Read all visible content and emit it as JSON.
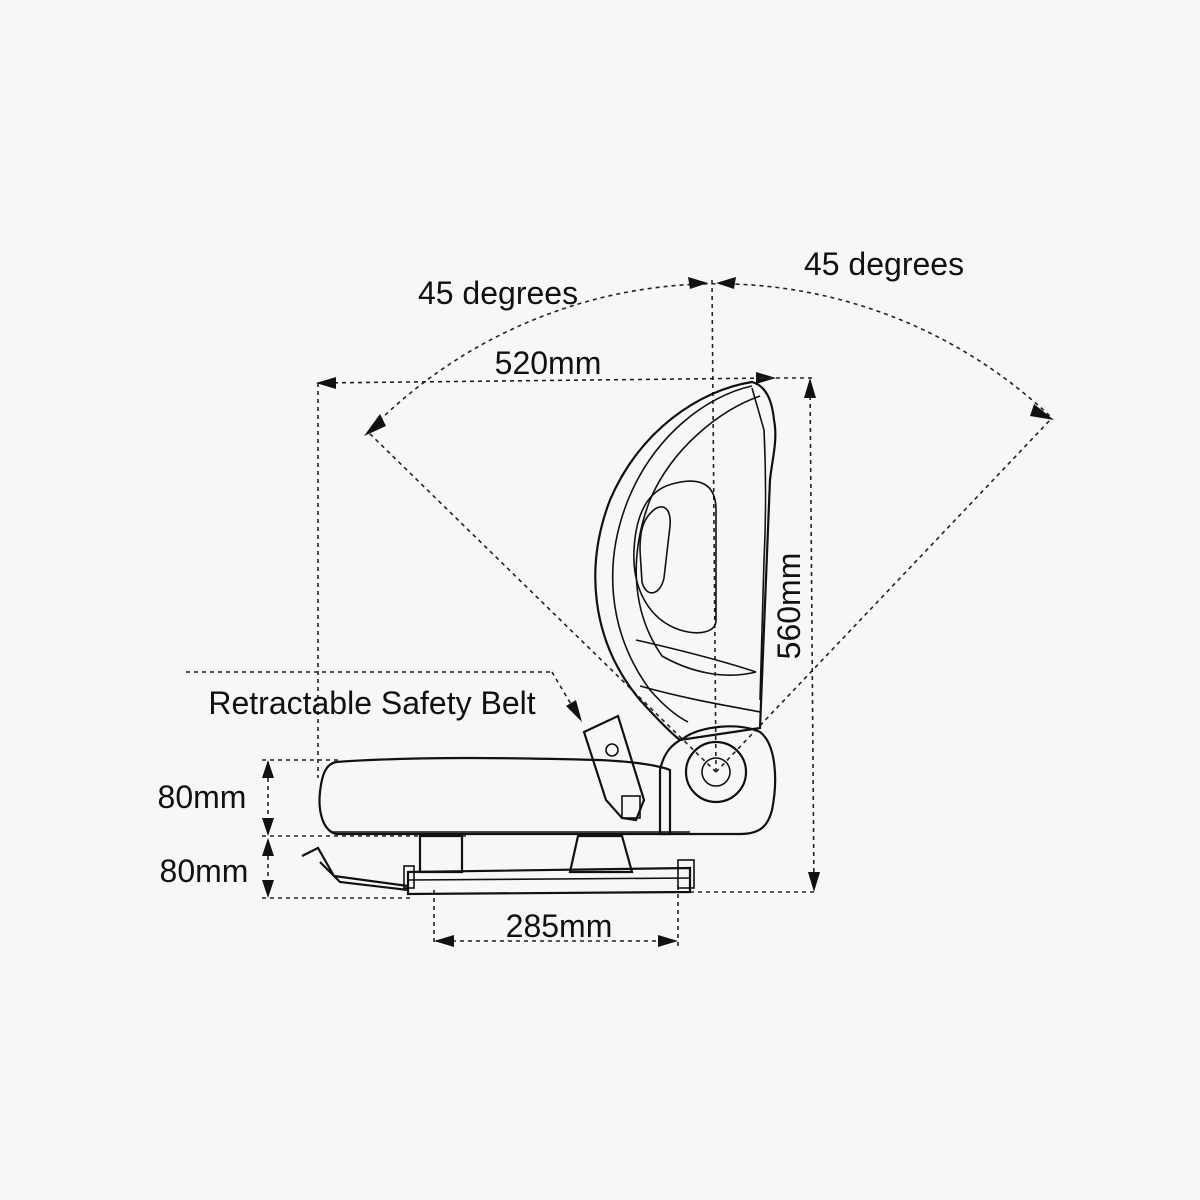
{
  "labels": {
    "angle_left": "45 degrees",
    "angle_right": "45 degrees",
    "width": "520mm",
    "height": "560mm",
    "cushion": "80mm",
    "base": "80mm",
    "rail": "285mm",
    "belt": "Retractable Safety Belt"
  },
  "colors": {
    "line": "#111111",
    "background": "#f7f7f5"
  }
}
